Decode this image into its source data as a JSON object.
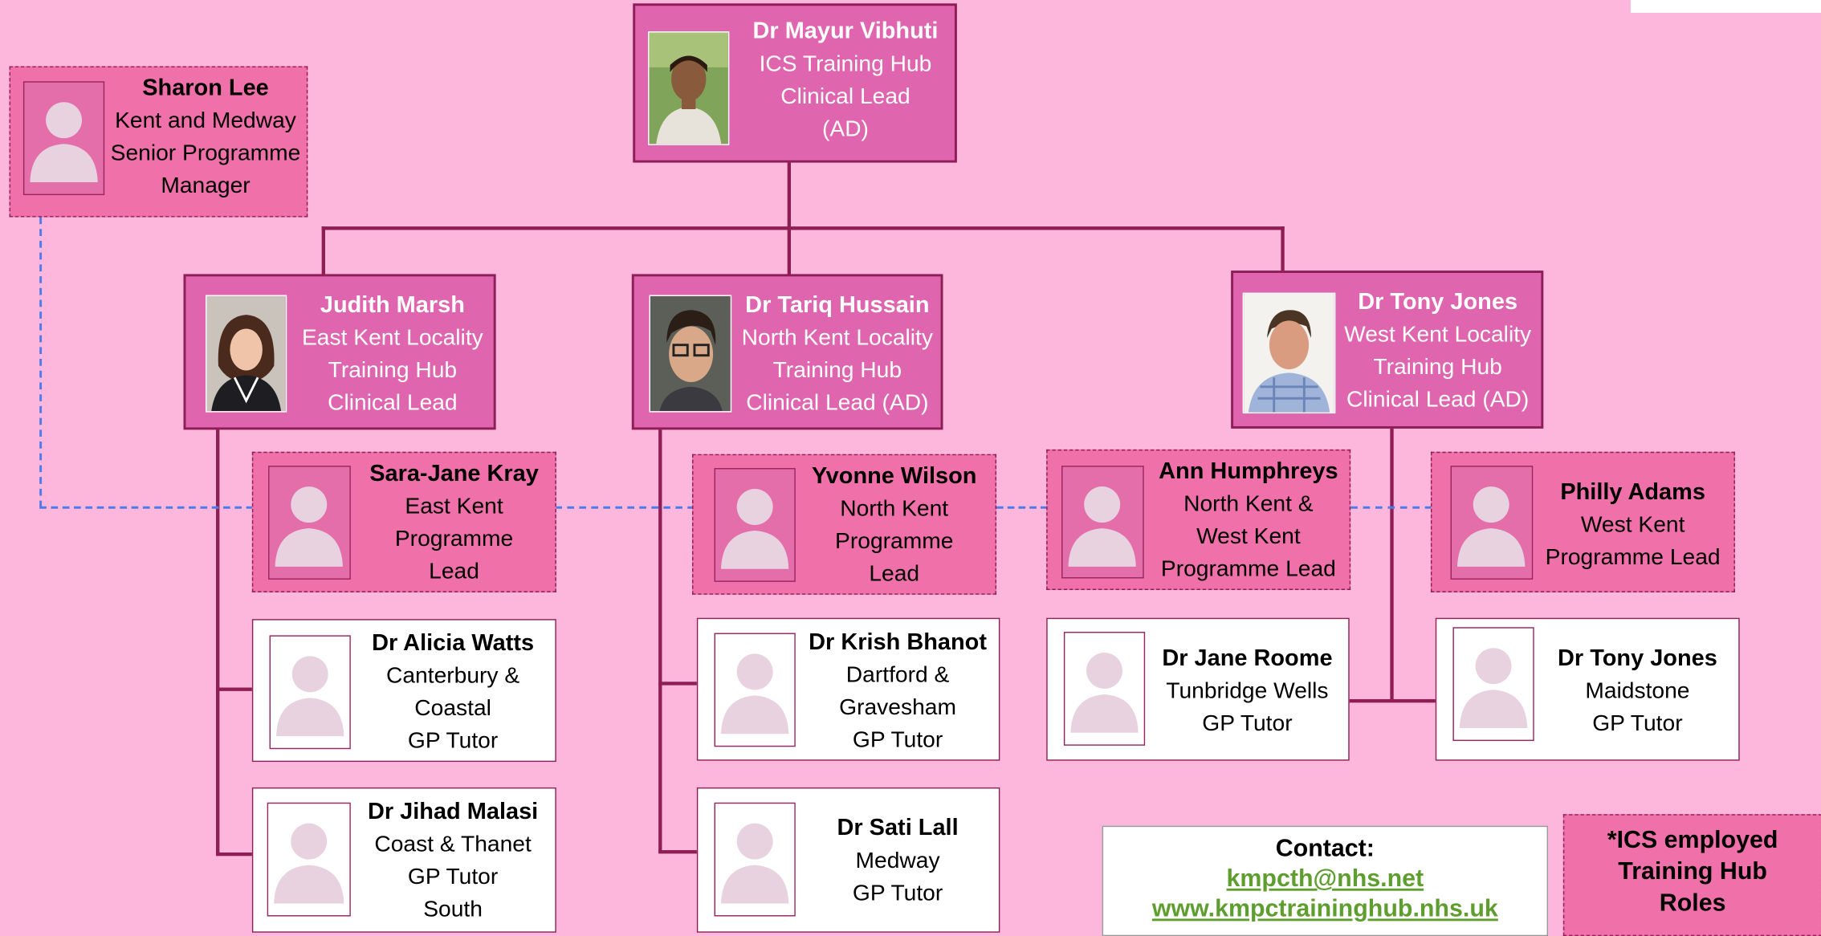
{
  "root": {
    "name": "Dr Mayur Vibhuti",
    "line1": "ICS Training  Hub",
    "line2": "Clinical Lead",
    "line3": "(AD)"
  },
  "sharon": {
    "name": "Sharon Lee",
    "line1": "Kent and Medway",
    "line2": "Senior Programme",
    "line3": "Manager"
  },
  "judith": {
    "name": "Judith Marsh",
    "line1": "East Kent Locality",
    "line2": "Training Hub",
    "line3": "Clinical Lead"
  },
  "tariq": {
    "name": "Dr Tariq Hussain",
    "line1": "North Kent Locality",
    "line2": "Training Hub",
    "line3": "Clinical Lead (AD)"
  },
  "tony_lead": {
    "name": "Dr Tony Jones",
    "line1": "West Kent Locality",
    "line2": "Training Hub",
    "line3": "Clinical Lead (AD)"
  },
  "sara": {
    "name": "Sara-Jane Kray",
    "line1": "East Kent",
    "line2": "Programme",
    "line3": "Lead"
  },
  "yvonne": {
    "name": "Yvonne Wilson",
    "line1": "North Kent",
    "line2": "Programme",
    "line3": "Lead"
  },
  "ann": {
    "name": "Ann Humphreys",
    "line1": "North Kent &",
    "line2": "West Kent",
    "line3": "Programme Lead"
  },
  "philly": {
    "name": "Philly Adams",
    "line1": "West Kent",
    "line2": "Programme Lead"
  },
  "alicia": {
    "name": "Dr Alicia Watts",
    "line1": "Canterbury &",
    "line2": "Coastal",
    "line3": "GP Tutor"
  },
  "jihad": {
    "name": "Dr Jihad Malasi",
    "line1": "Coast & Thanet",
    "line2": "GP Tutor",
    "line3": "South"
  },
  "krish": {
    "name": "Dr Krish Bhanot",
    "line1": "Dartford &",
    "line2": "Gravesham",
    "line3": "GP Tutor"
  },
  "sati": {
    "name": "Dr Sati Lall",
    "line1": "Medway",
    "line2": "GP Tutor"
  },
  "jane": {
    "name": "Dr Jane Roome",
    "line1": "Tunbridge Wells",
    "line2": "GP Tutor"
  },
  "tony_tutor": {
    "name": "Dr Tony Jones",
    "line1": "Maidstone",
    "line2": "GP Tutor"
  },
  "contact": {
    "title": "Contact:",
    "email": "kmpcth@nhs.net",
    "website": "www.kmpctraininghub.nhs.uk"
  },
  "legend": {
    "line1": "*ICS employed",
    "line2": "Training Hub",
    "line3": "Roles"
  },
  "colors": {
    "background": "#FDB7DD",
    "lead_box": "#DF65AE",
    "ics_box": "#F070AA",
    "connector": "#8E1E55",
    "dotted": "#4F7BE8",
    "link": "#5E9E2E"
  }
}
